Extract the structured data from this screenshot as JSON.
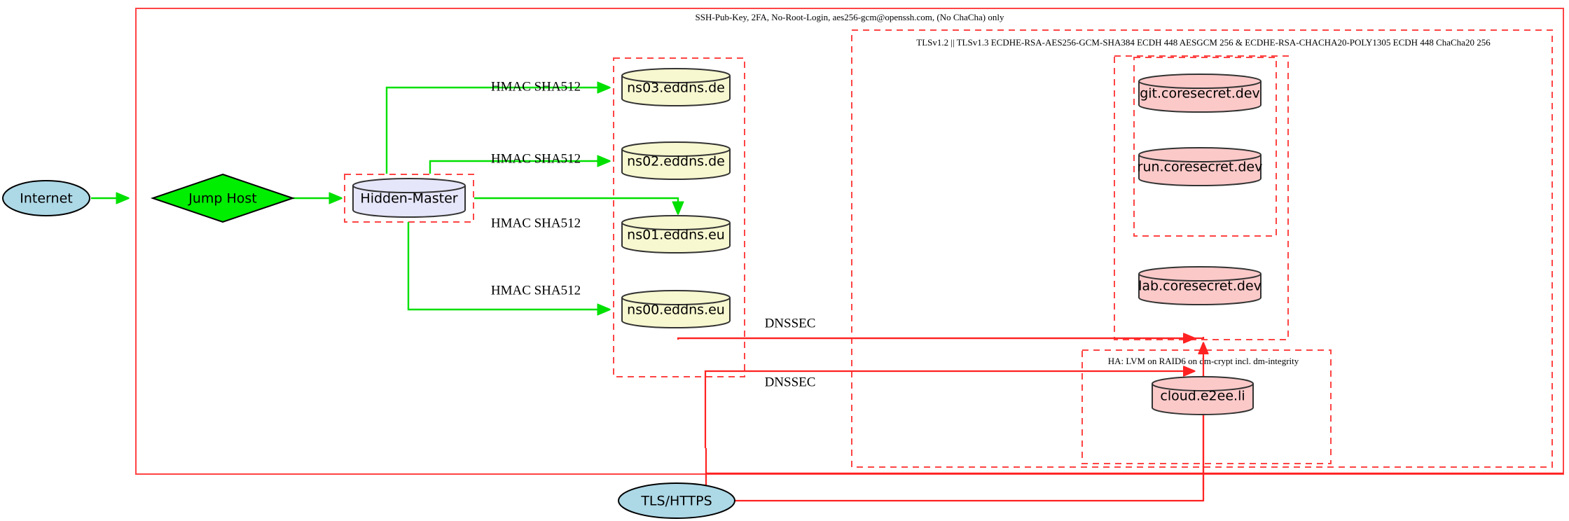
{
  "diagram": {
    "title_note": "Network / infrastructure topology diagram",
    "clusters": {
      "ssh": {
        "label": "SSH-Pub-Key, 2FA, No-Root-Login, aes256-gcm@openssh.com, (No ChaCha) only",
        "style": "solid",
        "color": "#ff4444"
      },
      "tls": {
        "label": "TLSv1.2 || TLSv1.3 ECDHE-RSA-AES256-GCM-SHA384 ECDH 448 AESGCM 256 & ECDHE-RSA-CHACHA20-POLY1305 ECDH 448 ChaCha20 256",
        "style": "dashed",
        "color": "#ff4444"
      },
      "ha": {
        "label": "HA: LVM on RAID6 on dm-crypt incl. dm-integrity",
        "style": "dashed",
        "color": "#ff4444"
      },
      "hidden_master_box": {
        "label": "",
        "style": "dashed",
        "color": "#ff4444"
      },
      "nameserver_box": {
        "label": "",
        "style": "dashed",
        "color": "#ff4444"
      },
      "coresecret_box": {
        "label": "",
        "style": "dashed",
        "color": "#ff4444"
      },
      "services_box": {
        "label": "",
        "style": "dashed",
        "color": "#ff4444"
      },
      "cloud_box": {
        "label": "",
        "style": "dashed",
        "color": "#ff4444"
      }
    },
    "nodes": {
      "internet": {
        "label": "Internet",
        "shape": "ellipse",
        "fill": "#add8e6"
      },
      "jump_host": {
        "label": "Jump Host",
        "shape": "diamond",
        "fill": "#00ee00"
      },
      "hidden_master": {
        "label": "Hidden-Master",
        "shape": "cylinder",
        "fill": "#e6e6fa"
      },
      "ns03": {
        "label": "ns03.eddns.de",
        "shape": "cylinder",
        "fill": "#f7f7d0"
      },
      "ns02": {
        "label": "ns02.eddns.de",
        "shape": "cylinder",
        "fill": "#f7f7d0"
      },
      "ns01": {
        "label": "ns01.eddns.eu",
        "shape": "cylinder",
        "fill": "#f7f7d0"
      },
      "ns00": {
        "label": "ns00.eddns.eu",
        "shape": "cylinder",
        "fill": "#f7f7d0"
      },
      "git": {
        "label": "git.coresecret.dev",
        "shape": "cylinder",
        "fill": "#fcc9c9"
      },
      "run": {
        "label": "run.coresecret.dev",
        "shape": "cylinder",
        "fill": "#fcc9c9"
      },
      "lab": {
        "label": "lab.coresecret.dev",
        "shape": "cylinder",
        "fill": "#fcc9c9"
      },
      "cloud": {
        "label": "cloud.e2ee.li",
        "shape": "cylinder",
        "fill": "#fcc9c9"
      },
      "tls_https": {
        "label": "TLS/HTTPS",
        "shape": "ellipse",
        "fill": "#add8e6"
      }
    },
    "edge_labels": {
      "hmac_ns03": "HMAC SHA512",
      "hmac_ns02": "HMAC SHA512",
      "hmac_ns01": "HMAC SHA512",
      "hmac_ns00": "HMAC SHA512",
      "dnssec_upper": "DNSSEC",
      "dnssec_lower": "DNSSEC"
    },
    "colors": {
      "cluster_border": "#ff4444",
      "secure_link": "#00e000",
      "dnssec_link": "#ff2222",
      "node_stroke": "#333333"
    }
  }
}
